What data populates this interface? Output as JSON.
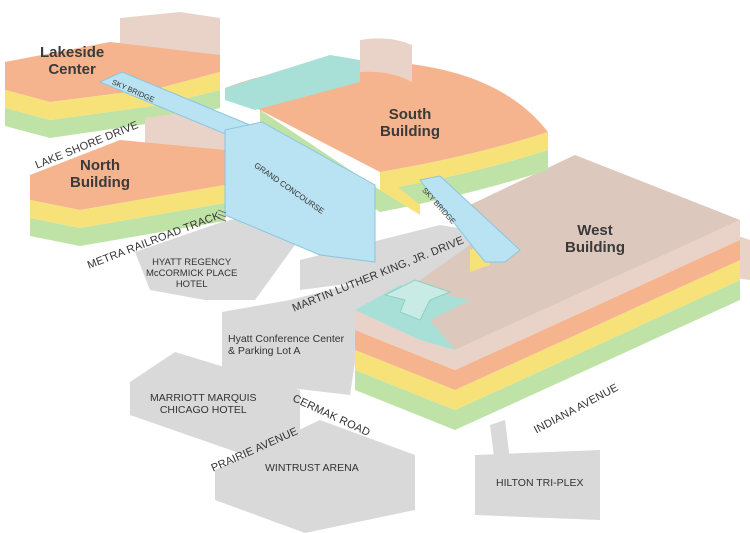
{
  "buildings": {
    "lakeside": "Lakeside\nCenter",
    "south": "South\nBuilding",
    "north": "North\nBuilding",
    "west": "West\nBuilding"
  },
  "bridges": {
    "sky_bridge_north": "SKY BRIDGE",
    "grand_concourse": "GRAND CONCOURSE",
    "sky_bridge_west": "SKY BRIDGE"
  },
  "streets": {
    "lake_shore": "LAKE SHORE DRIVE",
    "metra": "METRA RAILROAD TRACK",
    "mlk": "MARTIN LUTHER KING, JR. DRIVE",
    "cermak": "CERMAK ROAD",
    "prairie": "PRAIRIE AVENUE",
    "indiana": "INDIANA AVENUE"
  },
  "places": {
    "hyatt_regency": "HYATT REGENCY\nMcCORMICK PLACE\nHOTEL",
    "hyatt_conference": "Hyatt Conference Center\n& Parking Lot A",
    "marriott": "MARRIOTT MARQUIS\nCHICAGO HOTEL",
    "wintrust": "WINTRUST ARENA",
    "hilton": "HILTON TRI-PLEX"
  },
  "colors": {
    "peach": "#f5b48e",
    "yellow": "#f7e27a",
    "green": "#bfe3a6",
    "beige": "#e9d3c8",
    "teal": "#a8e0d8",
    "sky": "#b9e2f2",
    "ground": "#d6d6d6"
  }
}
